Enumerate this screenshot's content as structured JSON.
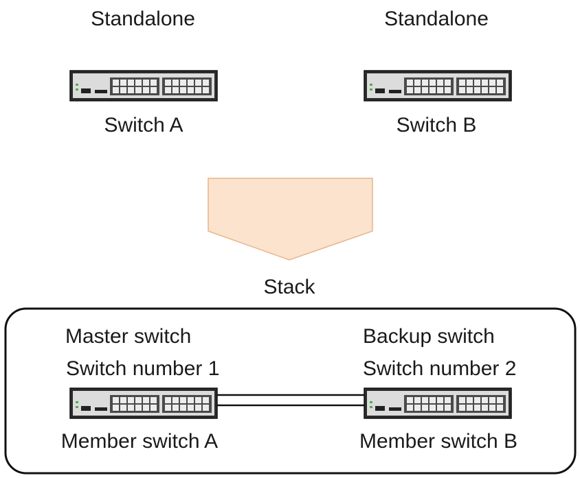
{
  "top": {
    "left": {
      "state": "Standalone",
      "name": "Switch A"
    },
    "right": {
      "state": "Standalone",
      "name": "Switch B"
    }
  },
  "transition_label": "Stack",
  "stack": {
    "master": {
      "role": "Master switch",
      "number": "Switch number 1",
      "name": "Member switch A"
    },
    "backup": {
      "role": "Backup switch",
      "number": "Switch number 2",
      "name": "Member switch B"
    }
  },
  "colors": {
    "arrow_fill": "#fbe3cd",
    "arrow_stroke": "#e8b48c",
    "device_body": "#2b2b2b",
    "device_face": "#dedede",
    "led": "#4caf50",
    "frame": "#111111"
  },
  "icons": [
    "switch-device-icon",
    "down-arrow-shape",
    "stack-cable"
  ]
}
